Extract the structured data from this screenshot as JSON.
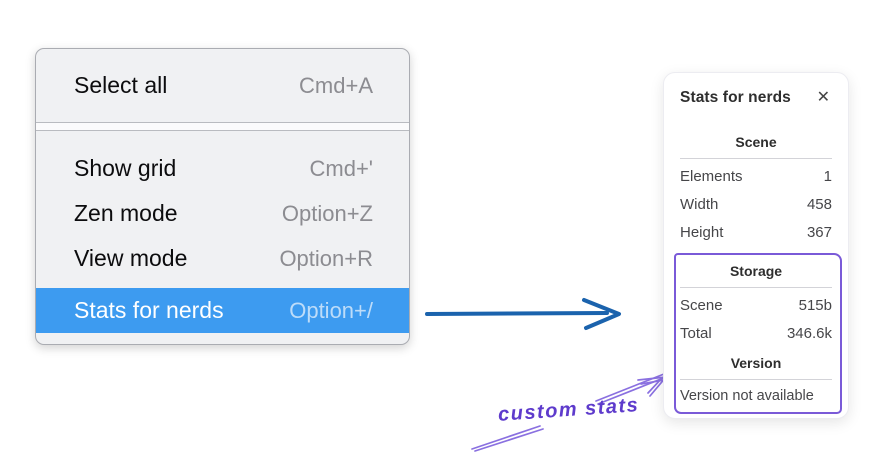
{
  "context_menu": {
    "sections": [
      {
        "items": [
          {
            "label": "Select all",
            "shortcut": "Cmd+A"
          }
        ]
      },
      {
        "items": [
          {
            "label": "Show grid",
            "shortcut": "Cmd+'"
          },
          {
            "label": "Zen mode",
            "shortcut": "Option+Z"
          },
          {
            "label": "View mode",
            "shortcut": "Option+R"
          },
          {
            "label": "Stats for nerds",
            "shortcut": "Option+/"
          }
        ]
      }
    ],
    "colors": {
      "selected_bg": "#3d9bf0",
      "selected_text": "#ffffff",
      "selected_shortcut": "#bddcf9",
      "menu_bg": "#f0f1f3",
      "shortcut_text": "#8c8c91"
    }
  },
  "stats_panel": {
    "title": "Stats for nerds",
    "close_icon": "✕",
    "sections": [
      {
        "heading": "Scene",
        "rows": [
          {
            "label": "Elements",
            "value": "1"
          },
          {
            "label": "Width",
            "value": "458"
          },
          {
            "label": "Height",
            "value": "367"
          }
        ]
      },
      {
        "heading": "Storage",
        "rows": [
          {
            "label": "Scene",
            "value": "515b"
          },
          {
            "label": "Total",
            "value": "346.6k"
          }
        ]
      },
      {
        "heading": "Version",
        "note": "Version not available"
      }
    ]
  },
  "annotations": {
    "blue_arrow": {
      "color": "#1b63ad"
    },
    "purple_arrow": {
      "color": "#8a70e0"
    },
    "highlight_box": {
      "color": "#7a5ad8"
    },
    "custom_stats_label": {
      "text": "custom stats",
      "color": "#5e3bcc"
    }
  }
}
